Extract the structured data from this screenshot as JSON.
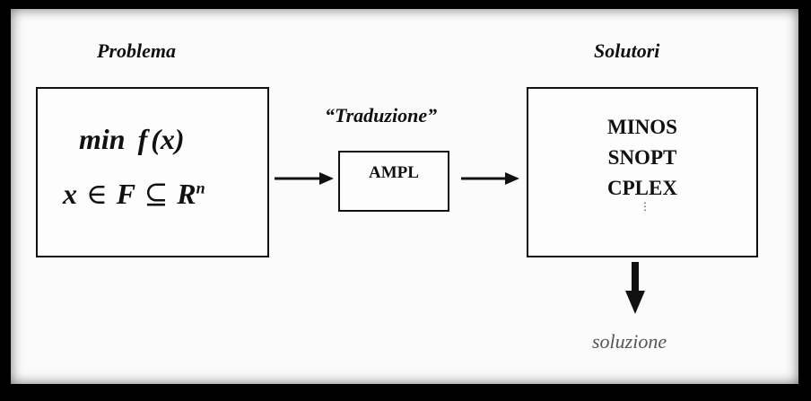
{
  "problem": {
    "title": "Problema",
    "objective_min": "min",
    "objective_f": "f",
    "objective_args": "(x)",
    "constraint_x": "x",
    "constraint_in": "∈",
    "constraint_F": "F",
    "constraint_subseteq": "⊆",
    "constraint_R": "R",
    "constraint_n": "n"
  },
  "translation": {
    "title": "“Traduzione”",
    "tool": "AMPL"
  },
  "solvers": {
    "title": "Solutori",
    "items": [
      "MINOS",
      "SNOPT",
      "CPLEX"
    ],
    "continuation": "⋮"
  },
  "output": {
    "label": "soluzione"
  },
  "colors": {
    "background": "#000000",
    "panel": "#fbfbfb",
    "ink": "#111111"
  }
}
